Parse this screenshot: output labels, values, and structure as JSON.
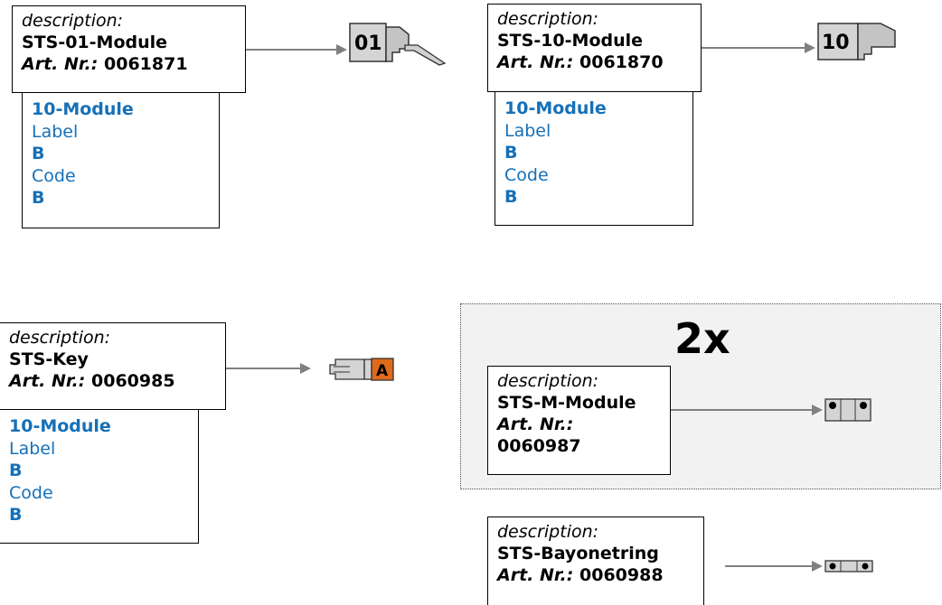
{
  "modules": [
    {
      "desc_label": "description:",
      "name": "STS-01-Module",
      "art_label": "Art. Nr.:",
      "art_nr": "0061871",
      "details": [
        "10-Module",
        "Label",
        "B",
        "Code",
        "B"
      ],
      "connector_text": "01"
    },
    {
      "desc_label": "description:",
      "name": "STS-10-Module",
      "art_label": "Art. Nr.:",
      "art_nr": "0061870",
      "details": [
        "10-Module",
        "Label",
        "B",
        "Code",
        "B"
      ],
      "connector_text": "10"
    },
    {
      "desc_label": "description:",
      "name": "STS-Key",
      "art_label": "Art. Nr.:",
      "art_nr": "0060985",
      "details": [
        "10-Module",
        "Label",
        "B",
        "Code",
        "B"
      ],
      "key_letter": "A"
    },
    {
      "desc_label": "description:",
      "name": "STS-M-Module",
      "art_label": "Art. Nr.:",
      "art_nr": "0060987",
      "quantity": "2x"
    },
    {
      "desc_label": "description:",
      "name": "STS-Bayonetring",
      "art_label": "Art. Nr.:",
      "art_nr": "0060988"
    }
  ],
  "colors": {
    "detail_text": "#1570b8",
    "key_orange": "#e06a1c",
    "connector_gray": "#d0d0d0"
  }
}
